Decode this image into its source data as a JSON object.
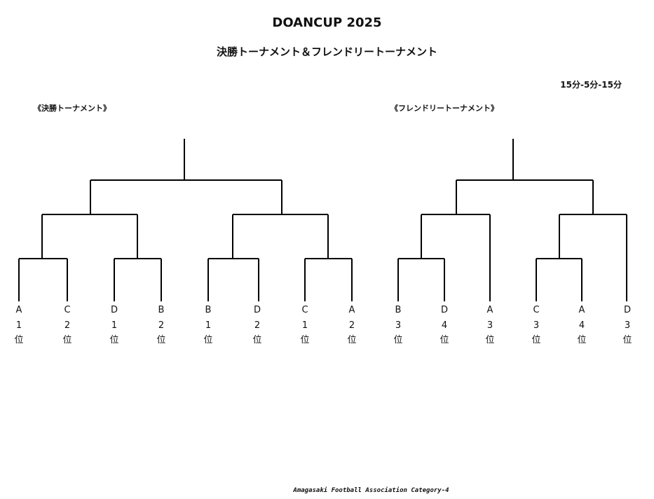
{
  "header": {
    "title": "DOANCUP 2025",
    "subtitle": "決勝トーナメント＆フレンドリートーナメント",
    "match_format": "15分-5分-15分"
  },
  "sections": {
    "final": {
      "label": "《決勝トーナメント》"
    },
    "friendly": {
      "label": "《フレンドリートーナメント》"
    }
  },
  "teams": [
    {
      "group": "A",
      "rank": "1",
      "suffix": "位"
    },
    {
      "group": "C",
      "rank": "2",
      "suffix": "位"
    },
    {
      "group": "D",
      "rank": "1",
      "suffix": "位"
    },
    {
      "group": "B",
      "rank": "2",
      "suffix": "位"
    },
    {
      "group": "B",
      "rank": "1",
      "suffix": "位"
    },
    {
      "group": "D",
      "rank": "2",
      "suffix": "位"
    },
    {
      "group": "C",
      "rank": "1",
      "suffix": "位"
    },
    {
      "group": "A",
      "rank": "2",
      "suffix": "位"
    },
    {
      "group": "B",
      "rank": "3",
      "suffix": "位"
    },
    {
      "group": "D",
      "rank": "4",
      "suffix": "位"
    },
    {
      "group": "A",
      "rank": "3",
      "suffix": "位"
    },
    {
      "group": "C",
      "rank": "3",
      "suffix": "位"
    },
    {
      "group": "A",
      "rank": "4",
      "suffix": "位"
    },
    {
      "group": "D",
      "rank": "3",
      "suffix": "位"
    }
  ],
  "footer": {
    "text": "Amagasaki Football Association Category-4"
  }
}
